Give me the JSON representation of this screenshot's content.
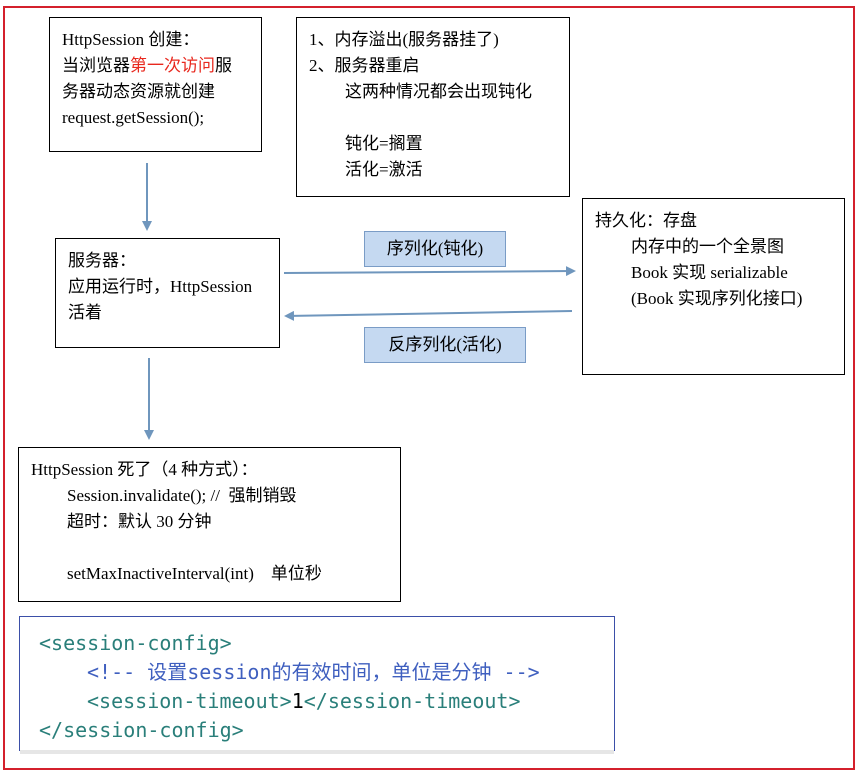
{
  "create_box": {
    "line1": "HttpSession 创建：",
    "line2_prefix": "当浏览器",
    "line2_highlight": "第一次访问",
    "line2_suffix": "服",
    "line3": "务器动态资源就创建",
    "line4": "request.getSession();"
  },
  "overflow_box": {
    "line1": "1、内存溢出(服务器挂了)",
    "line2": "2、服务器重启",
    "line3": "这两种情况都会出现钝化",
    "line4": "钝化=搁置",
    "line5": "活化=激活"
  },
  "server_box": {
    "line1": "服务器：",
    "line2": "应用运行时，HttpSession",
    "line3": "活着"
  },
  "persist_box": {
    "line1": "持久化：存盘",
    "line2": "内存中的一个全景图",
    "line3": "Book 实现 serializable",
    "line4": "(Book 实现序列化接口)"
  },
  "labels": {
    "serialize": "序列化(钝化)",
    "deserialize": "反序列化(活化)"
  },
  "dead_box": {
    "line1": "HttpSession 死了（4 种方式）：",
    "line2": "Session.invalidate(); //  强制销毁",
    "line3": "超时：默认 30 分钟",
    "line4": "setMaxInactiveInterval(int)    单位秒"
  },
  "code": {
    "open_tag": "<session-config>",
    "comment": "<!-- 设置session的有效时间，单位是分钟 -->",
    "timeout_open": "<session-timeout>",
    "timeout_value": "1",
    "timeout_close": "</session-timeout>",
    "close_tag": "</session-config>"
  },
  "colors": {
    "frame": "#d4202c",
    "highlight": "#e8281e",
    "arrow": "#6f96bd",
    "label_bg": "#c5d9f1",
    "xml_tag": "#2a7f7a",
    "xml_comment": "#3f5fbf"
  }
}
